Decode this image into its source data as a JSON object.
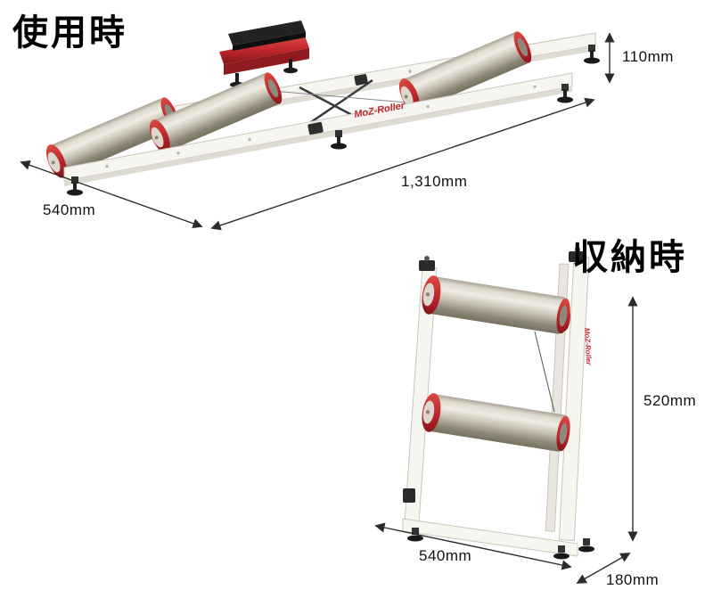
{
  "titles": {
    "in_use": "使用時",
    "stored": "収納時"
  },
  "brand": "MoZ-Roller",
  "dimensions": {
    "in_use_height": "110mm",
    "in_use_length": "1,310mm",
    "in_use_width": "540mm",
    "stored_height": "520mm",
    "stored_width": "540mm",
    "stored_depth": "180mm"
  },
  "colors": {
    "accent_red": "#c1272d",
    "roller_metal": "#b5afa2",
    "frame_white": "#f7f5f0",
    "dimension_line": "#2b2b2b",
    "background": "#ffffff"
  }
}
